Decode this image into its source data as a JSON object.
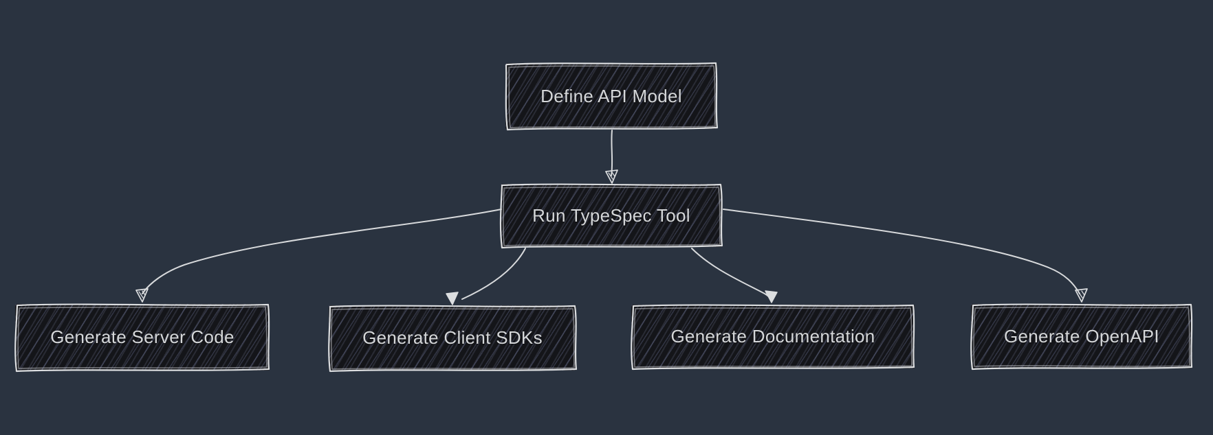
{
  "diagram": {
    "type": "flowchart",
    "style": "hand-drawn-sketch",
    "colors": {
      "background": "#2a3340",
      "node_fill": "#141519",
      "node_hatch": "#767ea8",
      "stroke": "#dcdee0",
      "text": "#d5d7d9"
    },
    "nodes": [
      {
        "id": "define-api-model",
        "label": "Define API Model"
      },
      {
        "id": "run-typespec-tool",
        "label": "Run TypeSpec Tool"
      },
      {
        "id": "generate-server-code",
        "label": "Generate Server Code"
      },
      {
        "id": "generate-client-sdks",
        "label": "Generate Client SDKs"
      },
      {
        "id": "generate-documentation",
        "label": "Generate Documentation"
      },
      {
        "id": "generate-openapi",
        "label": "Generate OpenAPI"
      }
    ],
    "edges": [
      {
        "from": "Define API Model",
        "to": "Run TypeSpec Tool"
      },
      {
        "from": "Run TypeSpec Tool",
        "to": "Generate Server Code"
      },
      {
        "from": "Run TypeSpec Tool",
        "to": "Generate Client SDKs"
      },
      {
        "from": "Run TypeSpec Tool",
        "to": "Generate Documentation"
      },
      {
        "from": "Run TypeSpec Tool",
        "to": "Generate OpenAPI"
      }
    ]
  }
}
